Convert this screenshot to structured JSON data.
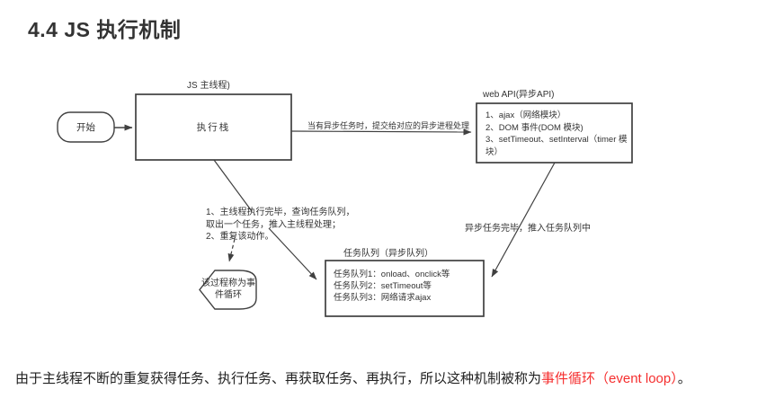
{
  "page": {
    "title": "4.4 JS 执行机制"
  },
  "colors": {
    "line": "#404040",
    "text": "#333333",
    "highlight": "#f52e2e"
  },
  "diagram": {
    "main_thread_label": "JS 主线程)",
    "start_label": "开始",
    "exec_stack_label": "执行栈",
    "submit_arrow_label": "当有异步任务时，提交给对应的异步进程处理",
    "web_api": {
      "title": "web API(异步API)",
      "lines": [
        "1、ajax（网络模块）",
        "2、DOM 事件(DOM 模块)",
        "3、setTimeout、setInterval（timer 模",
        "块）"
      ]
    },
    "loop_note": {
      "lines": [
        "1、主线程执行完毕，查询任务队列，",
        "取出一个任务，推入主线程处理；",
        "2、重复该动作。"
      ]
    },
    "event_loop_shape_label": "该过程称为事件循环",
    "async_done_label": "异步任务完毕，推入任务队列中",
    "task_queue": {
      "title": "任务队列（异步队列）",
      "lines": [
        "任务队列1：onload、onclick等",
        "任务队列2：setTimeout等",
        "任务队列3：网络请求ajax"
      ]
    }
  },
  "footer": {
    "text_prefix": "由于主线程不断的重复获得任务、执行任务、再获取任务、再执行，所以这种机制被称为",
    "highlight": "事件循环（event loop）",
    "text_suffix": "。"
  }
}
